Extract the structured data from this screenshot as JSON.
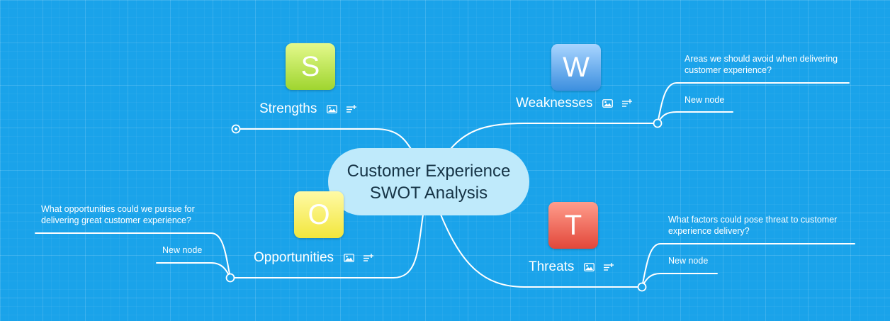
{
  "center": {
    "title": "Customer Experience\nSWOT Analysis"
  },
  "quadrants": {
    "strengths": {
      "letter": "S",
      "label": "Strengths",
      "color": "#9fd52f"
    },
    "weaknesses": {
      "letter": "W",
      "label": "Weaknesses",
      "color": "#3c8fdf",
      "children": [
        "Areas we should avoid when delivering customer experience?",
        "New node"
      ]
    },
    "opportunities": {
      "letter": "O",
      "label": "Opportunities",
      "color": "#f2e63c",
      "children": [
        "What opportunities could we pursue for delivering great customer experience?",
        "New node"
      ]
    },
    "threats": {
      "letter": "T",
      "label": "Threats",
      "color": "#e2473a",
      "children": [
        "What factors could pose threat to customer experience delivery?",
        "New node"
      ]
    }
  },
  "icons": {
    "image": "image-icon",
    "notes": "add-notes-icon"
  },
  "theme": {
    "background": "#1aa3ea",
    "center_fill": "#bfeafb",
    "line": "#ffffff"
  }
}
